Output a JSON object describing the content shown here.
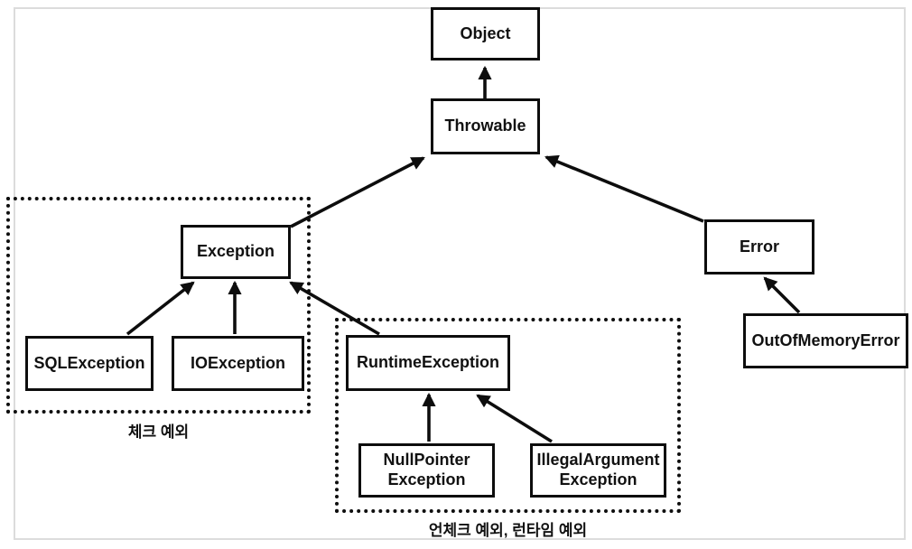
{
  "diagram": {
    "type": "class-hierarchy",
    "nodes": {
      "object": {
        "label": "Object"
      },
      "throwable": {
        "label": "Throwable"
      },
      "exception": {
        "label": "Exception"
      },
      "sql": {
        "label": "SQLException"
      },
      "io": {
        "label": "IOException"
      },
      "runtime": {
        "label": "RuntimeException"
      },
      "npe": {
        "line1": "NullPointer",
        "line2": "Exception"
      },
      "iae": {
        "line1": "IllegalArgument",
        "line2": "Exception"
      },
      "error": {
        "label": "Error"
      },
      "oom": {
        "label": "OutOfMemoryError"
      }
    },
    "groups": {
      "checked": {
        "label": "체크 예외"
      },
      "unchecked": {
        "label": "언체크 예외, 런타임 예외"
      }
    },
    "edges": [
      {
        "from": "Throwable",
        "to": "Object"
      },
      {
        "from": "Exception",
        "to": "Throwable"
      },
      {
        "from": "Error",
        "to": "Throwable"
      },
      {
        "from": "SQLException",
        "to": "Exception"
      },
      {
        "from": "IOException",
        "to": "Exception"
      },
      {
        "from": "RuntimeException",
        "to": "Exception"
      },
      {
        "from": "NullPointerException",
        "to": "RuntimeException"
      },
      {
        "from": "IllegalArgumentException",
        "to": "RuntimeException"
      },
      {
        "from": "OutOfMemoryError",
        "to": "Error"
      }
    ],
    "colors": {
      "line": "#0d0d0d",
      "frame": "#dcdcdc",
      "background": "#ffffff",
      "text": "#111111"
    }
  }
}
